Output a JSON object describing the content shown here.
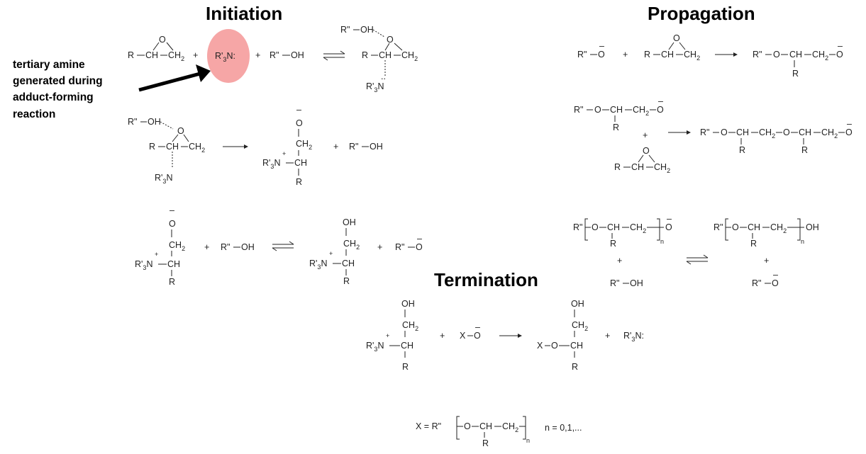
{
  "headings": {
    "initiation": "Initiation",
    "propagation": "Propagation",
    "termination": "Termination"
  },
  "annotation": {
    "lines": [
      "tertiary amine",
      "generated during",
      "adduct-forming",
      "reaction"
    ]
  },
  "highlight_color": "#f6a6a6",
  "labels": {
    "R": "R",
    "O": "O",
    "CH": "CH",
    "CH2": "CH",
    "sub2": "2",
    "plus": "+",
    "ROH": "R\"—OH",
    "ROminus": "R\"—O",
    "R3N": "R'",
    "R3N_3": "3",
    "N": "N",
    "amine_colon": "R'₃N:",
    "minus": "–",
    "n": "n",
    "X_def": "X  =  R\"",
    "n_values": "n = 0,1,...",
    "X_O": "X—O",
    "OH": "OH"
  }
}
